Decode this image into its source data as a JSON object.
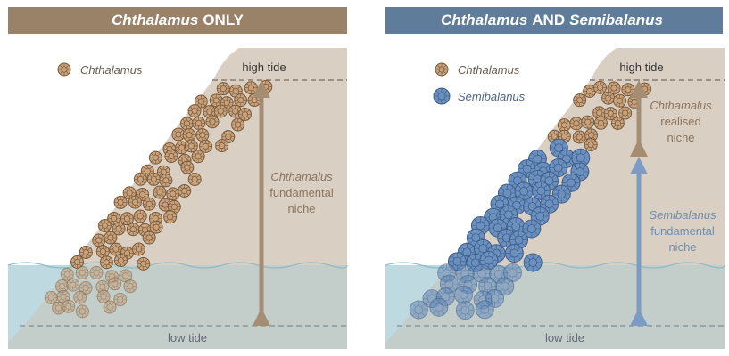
{
  "left_panel": {
    "title_italic": "Chthalamus",
    "title_rest": "ONLY",
    "legend": "Chthalamus",
    "high_tide": "high tide",
    "low_tide": "low tide",
    "niche": [
      "Chthamalus",
      "fundamental",
      "niche"
    ]
  },
  "right_panel": {
    "title_italic": "Chthalamus",
    "title_mid": "AND",
    "title_italic2": "Semibalanus",
    "legend": [
      "Chthalamus",
      "Semibalanus"
    ],
    "high_tide": "high tide",
    "low_tide": "low tide",
    "realised_niche": [
      "Chthamalus",
      "realised",
      "niche"
    ],
    "semi_niche": [
      "Semibalanus",
      "fundamental",
      "niche"
    ]
  },
  "colors": {
    "header_left": "#9a8268",
    "header_right": "#5f7d9b",
    "rock": "#d9cfc2",
    "water": "#cfe5ec",
    "chthamalus": "#c8a27c",
    "semibalanus": "#6b8fbe",
    "arrow_brown": "#a58d74",
    "arrow_blue": "#7d9cc4"
  }
}
